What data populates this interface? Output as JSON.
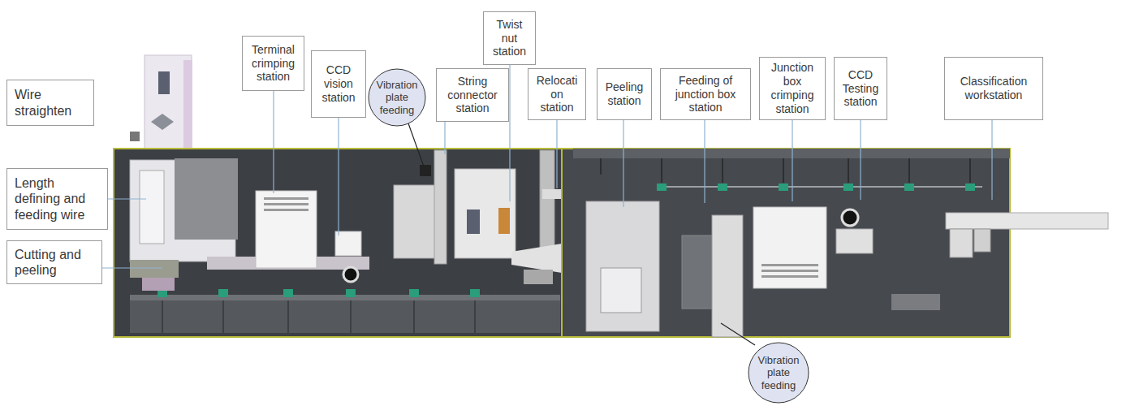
{
  "diagram": {
    "nodes": [
      {
        "text": [
          "Wire straighten"
        ]
      },
      {
        "text": [
          "Length defining and feeding wire"
        ]
      },
      {
        "text": [
          "Cutting and peeling"
        ]
      },
      {
        "text": [
          "Terminal crimping station"
        ]
      },
      {
        "text": [
          "CCD vision station"
        ]
      },
      {
        "text": [
          "Vibration plate feeding"
        ]
      },
      {
        "text": [
          "String connector station"
        ]
      },
      {
        "text": [
          "Twist nut station"
        ]
      },
      {
        "text": [
          "Relocati on station"
        ]
      },
      {
        "text": [
          "Peeling station"
        ]
      },
      {
        "text": [
          "Feeding of junction box station"
        ]
      },
      {
        "text": [
          "Junction box crimping station"
        ]
      },
      {
        "text": [
          "CCD Testing station"
        ]
      },
      {
        "text": [
          "Classification workstation"
        ]
      },
      {
        "text": [
          "Vibration plate feeding"
        ]
      }
    ]
  }
}
